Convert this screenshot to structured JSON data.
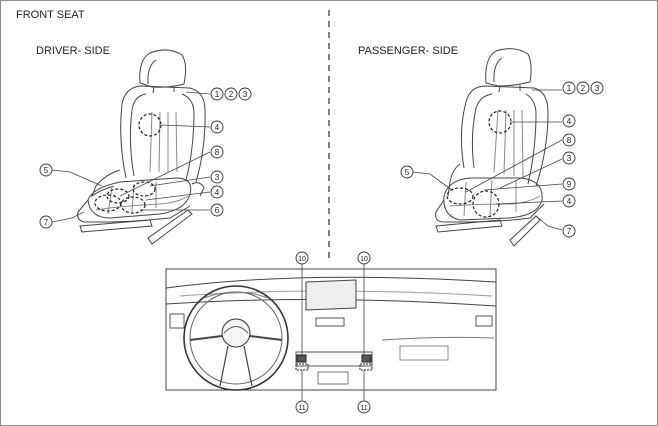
{
  "header": {
    "title": "FRONT SEAT"
  },
  "driver": {
    "label": "DRIVER- SIDE"
  },
  "passenger": {
    "label": "PASSENGER- SIDE"
  },
  "callouts": {
    "c1": "1",
    "c2": "2",
    "c3": "3",
    "c4": "4",
    "c5": "5",
    "c6": "6",
    "c7": "7",
    "c8": "8",
    "c9": "9",
    "c10": "10",
    "c11": "11"
  },
  "colors": {
    "line": "#444444",
    "light": "#999999",
    "dash_divider": "#555555"
  }
}
